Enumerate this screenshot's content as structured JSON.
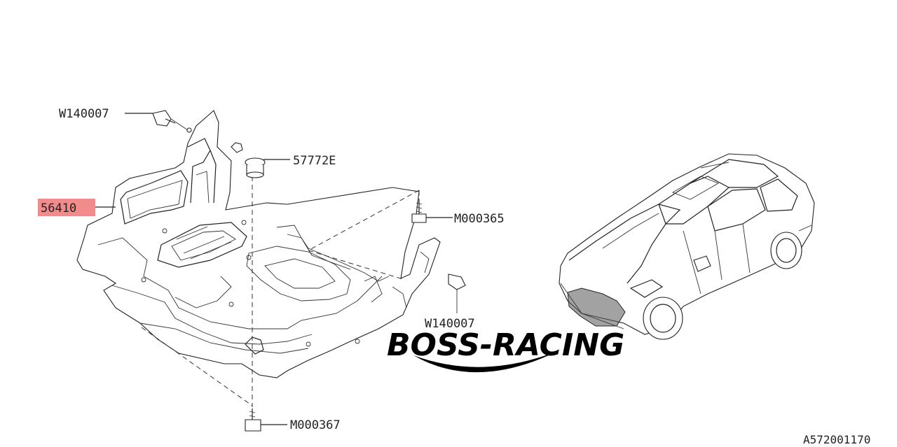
{
  "diagram": {
    "parts": [
      {
        "id": "w140007_top",
        "label": "W140007"
      },
      {
        "id": "57772e",
        "label": "57772E"
      },
      {
        "id": "56410",
        "label": "56410",
        "highlight": true,
        "highlight_color": "#f28b8b"
      },
      {
        "id": "m000365",
        "label": "M000365"
      },
      {
        "id": "w140007_side",
        "label": "W140007"
      },
      {
        "id": "m000367",
        "label": "M000367"
      }
    ],
    "watermark": "BOSS-RACING",
    "doc_id": "A572001170"
  }
}
